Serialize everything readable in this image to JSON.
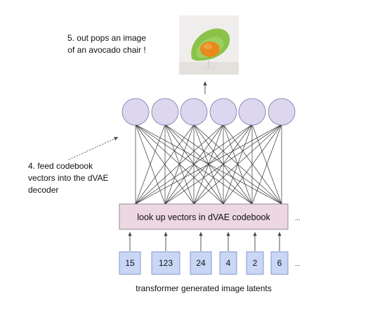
{
  "annotations": {
    "output_line1": "5. out pops an image",
    "output_line2": "of an avocado chair !",
    "feed_line1": "4. feed codebook",
    "feed_line2": "vectors into the dVAE",
    "feed_line3": "decoder"
  },
  "codebook": {
    "label": "look up vectors in dVAE codebook",
    "ellipsis": "..."
  },
  "latents": {
    "tokens": [
      "15",
      "123",
      "24",
      "4",
      "2",
      "6"
    ],
    "ellipsis": "...",
    "caption": "transformer generated image latents"
  },
  "decoder": {
    "node_count": 6
  },
  "colors": {
    "node_fill": "#dcd7ef",
    "codebook_fill": "#ecd7e3",
    "token_fill": "#c9d6f5",
    "line": "#333333",
    "chair_green": "#8bc34a",
    "chair_cushion": "#e88a1a"
  }
}
